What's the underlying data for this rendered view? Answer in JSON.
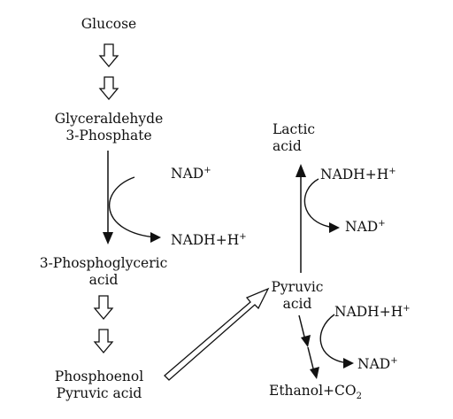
{
  "labels": {
    "glucose": "Glucose",
    "g3p_line1": "Glyceraldehyde",
    "g3p_line2": "3-Phosphate",
    "nad_left": "NAD",
    "nad_left_sup": "+",
    "nadh_left": "NADH+H",
    "nadh_left_sup": "+",
    "pga_line1": "3-Phosphoglyceric",
    "pga_line2": "acid",
    "pep_line1": "Phosphoenol",
    "pep_line2": "Pyruvic acid",
    "lactic_line1": "Lactic",
    "lactic_line2": "acid",
    "nadh_lactic": "NADH+H",
    "nadh_lactic_sup": "+",
    "nad_lactic": "NAD",
    "nad_lactic_sup": "+",
    "pyruvic_line1": "Pyruvic",
    "pyruvic_line2": "acid",
    "nadh_ethanol": "NADH+H",
    "nadh_ethanol_sup": "+",
    "nad_ethanol": "NAD",
    "nad_ethanol_sup": "+",
    "ethanol": "Ethanol+CO",
    "ethanol_sub": "2"
  }
}
